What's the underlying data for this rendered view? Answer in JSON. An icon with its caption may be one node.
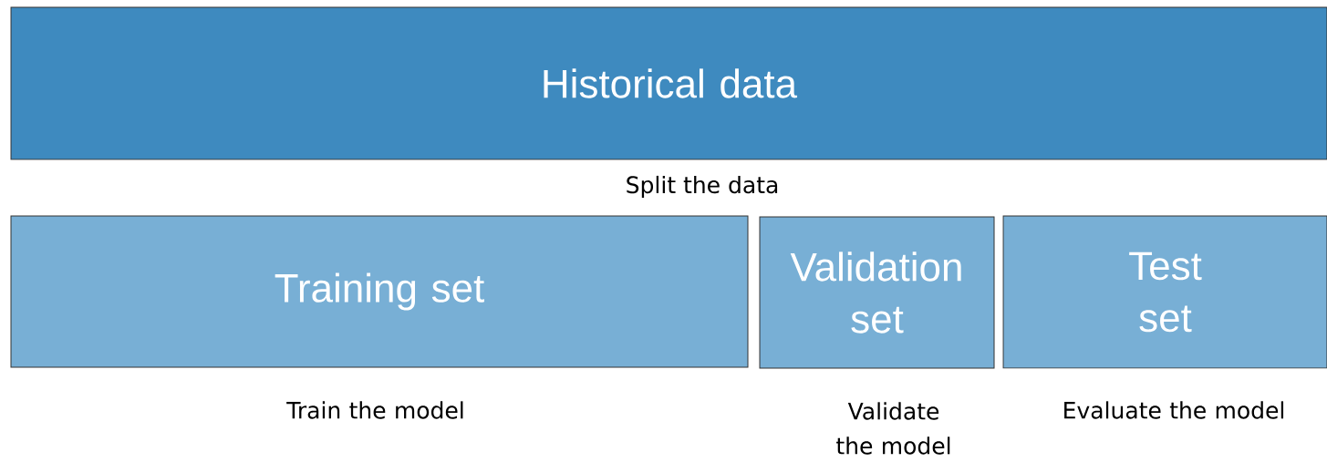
{
  "diagram": {
    "nodes": [
      {
        "text": [
          "Historical data"
        ]
      },
      {
        "text": [
          "Training set"
        ],
        "beside": [
          "Train the model"
        ]
      },
      {
        "text": [
          "Validation set"
        ],
        "beside": [
          "Validate the model"
        ]
      },
      {
        "text": [
          "Test set"
        ],
        "beside": [
          "Evaluate the model"
        ]
      }
    ],
    "labels": [
      "Split the data"
    ]
  }
}
